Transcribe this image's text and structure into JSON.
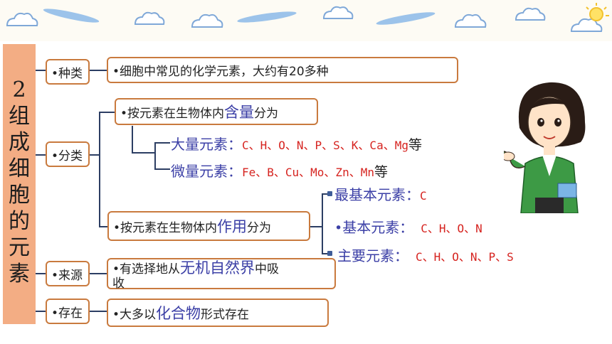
{
  "title_vertical": [
    "2",
    "组",
    "成",
    "细",
    "胞",
    "的",
    "元",
    "素"
  ],
  "categories": {
    "kind": "•种类",
    "classify": "•分类",
    "source": "•来源",
    "exist": "•存在"
  },
  "kind_desc": "•细胞中常见的化学元素，大约有20多种",
  "classify_by_content": {
    "pre": "•按元素在生物体内",
    "em": "含量",
    "post": "分为"
  },
  "macro": {
    "label": "大量元素：",
    "value": "C、H、O、N、P、S、K、Ca、Mg",
    "suffix": "等"
  },
  "micro": {
    "label": "微量元素：",
    "value": "Fe、B、Cu、Mo、Zn、Mn",
    "suffix": "等"
  },
  "classify_by_function": {
    "pre": "•按元素在生物体内",
    "em": "作用",
    "post": "分为"
  },
  "most_basic": {
    "label": "最基本元素：",
    "value": "C"
  },
  "basic": {
    "label": "基本元素：",
    "value": "C、H、O、N"
  },
  "main": {
    "label": "主要元素：",
    "value": "C、H、O、N、P、S"
  },
  "source_desc": {
    "pre": "•有选择地从",
    "em": "无机自然界",
    "post": "中吸",
    "wrap": "收"
  },
  "exist_desc": {
    "pre": "•大多以",
    "em": "化合物",
    "post": "形式存在"
  },
  "colors": {
    "accent_red": "#d62420",
    "accent_blue": "#3b3fa6",
    "box_border": "#c97a3e",
    "side_tab": "#f3ad84"
  }
}
